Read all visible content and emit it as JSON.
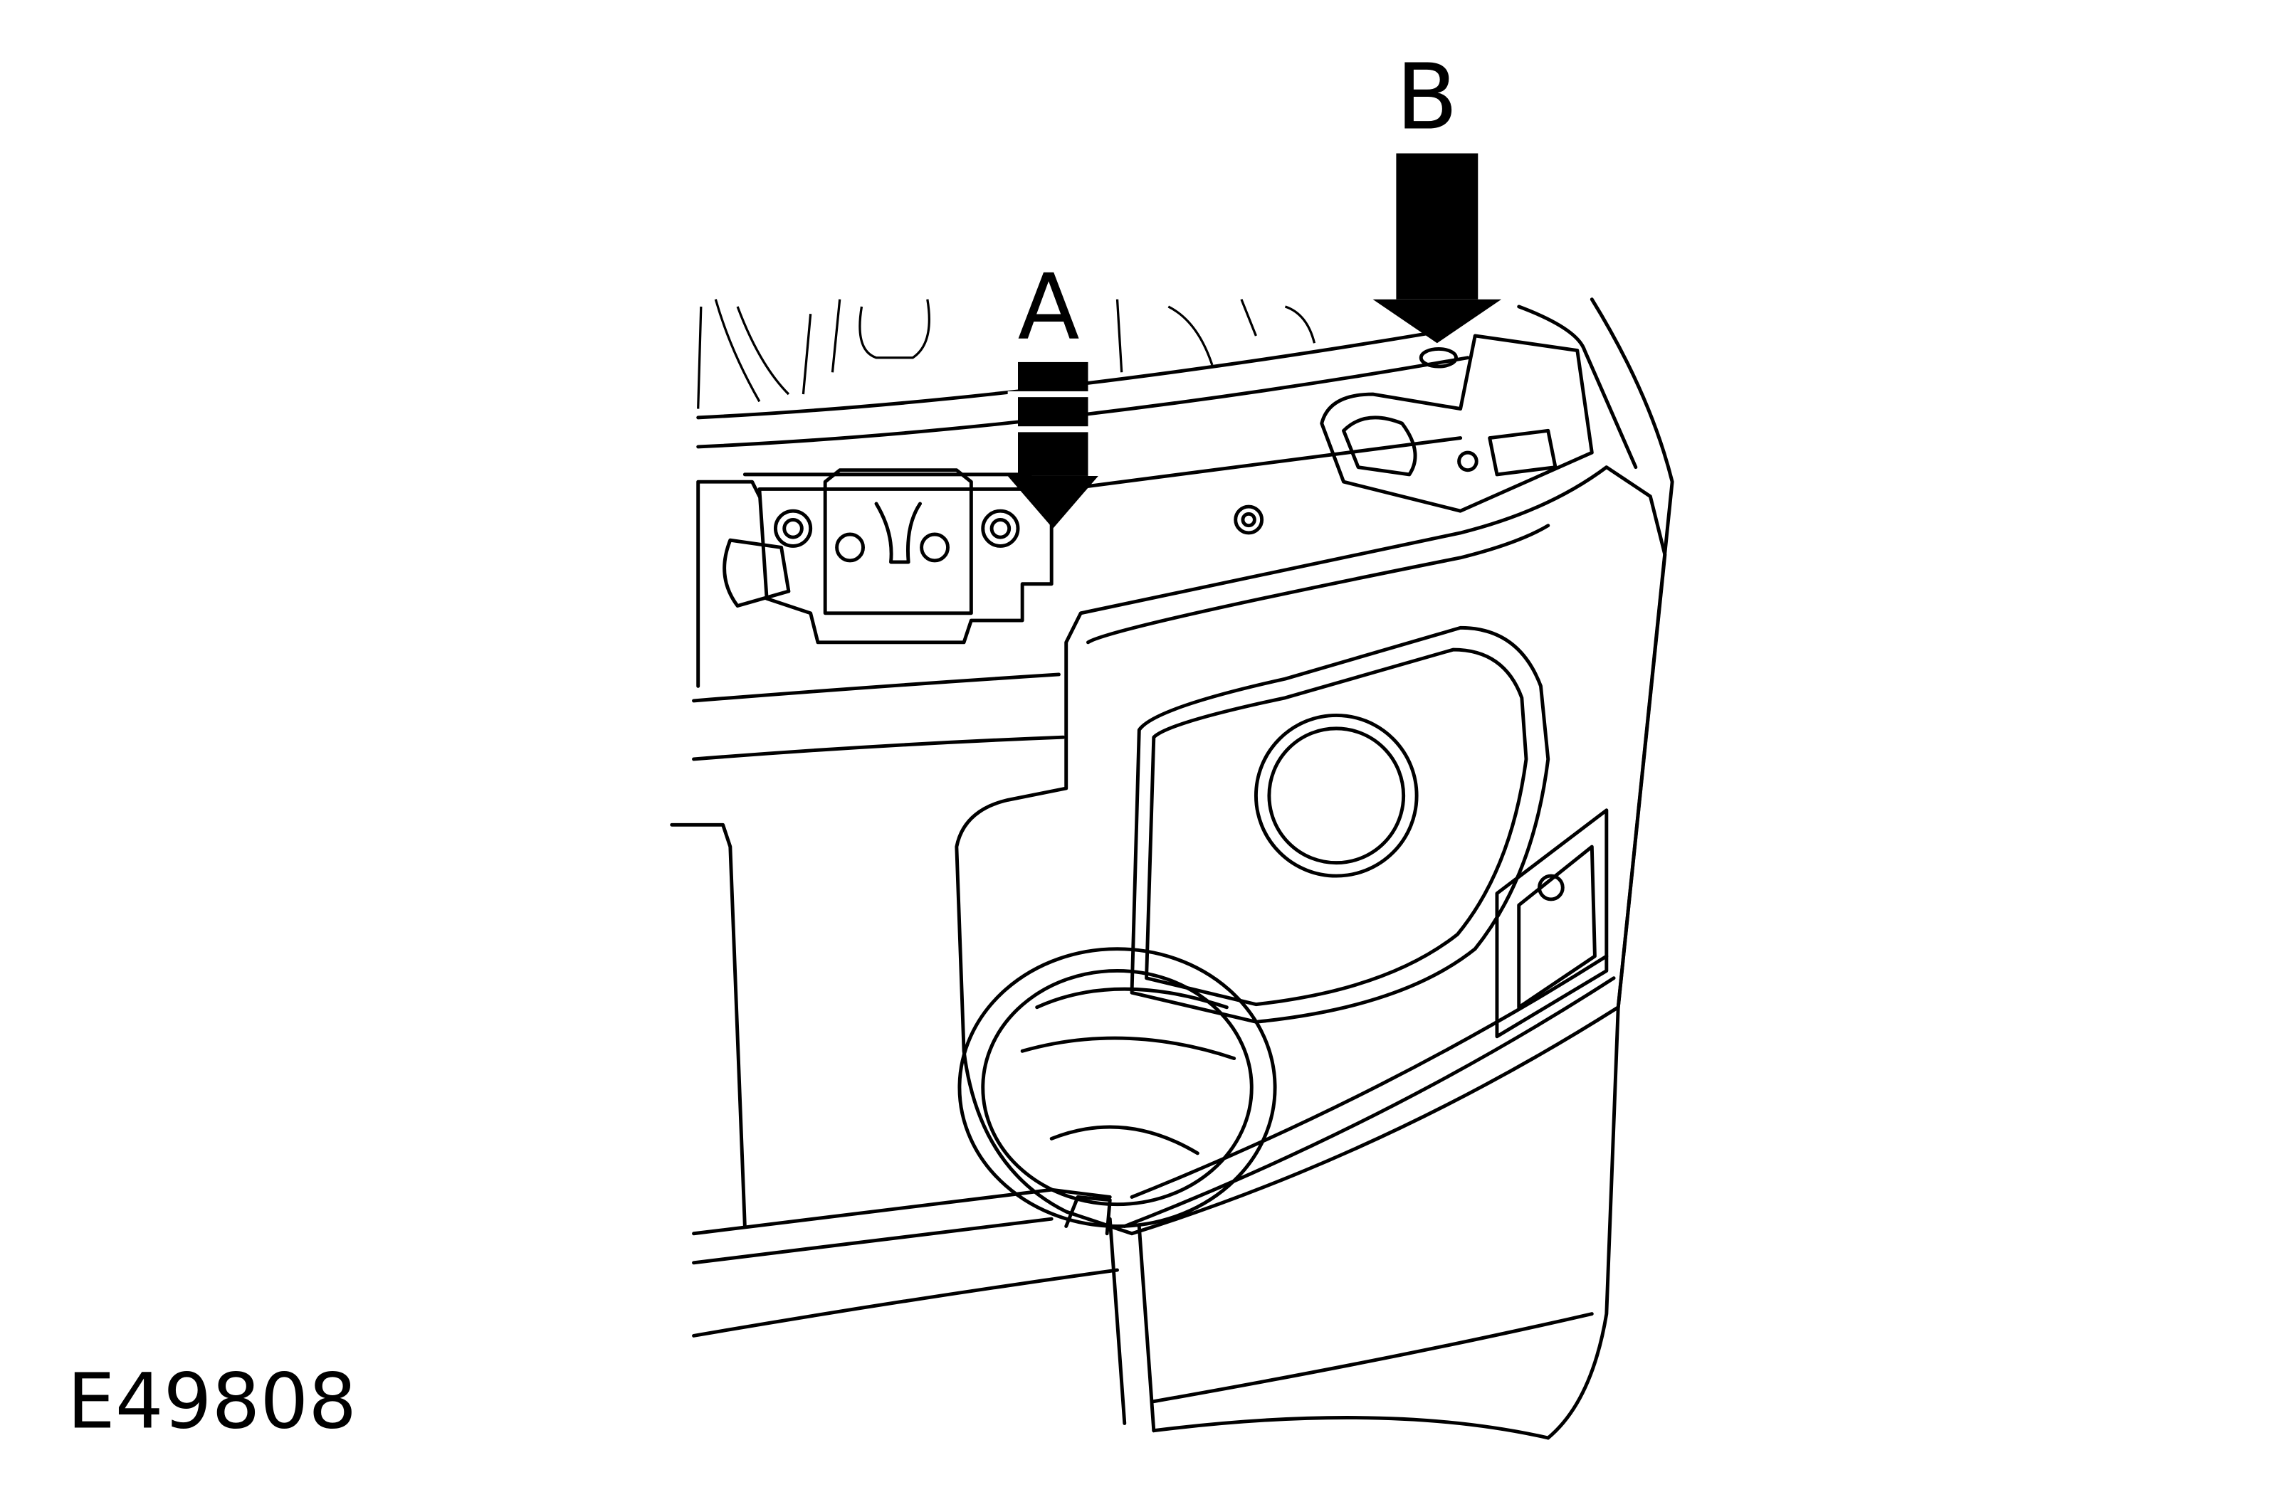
{
  "figure": {
    "id_label": "E49808",
    "callouts": [
      {
        "letter": "A"
      },
      {
        "letter": "B"
      }
    ]
  }
}
